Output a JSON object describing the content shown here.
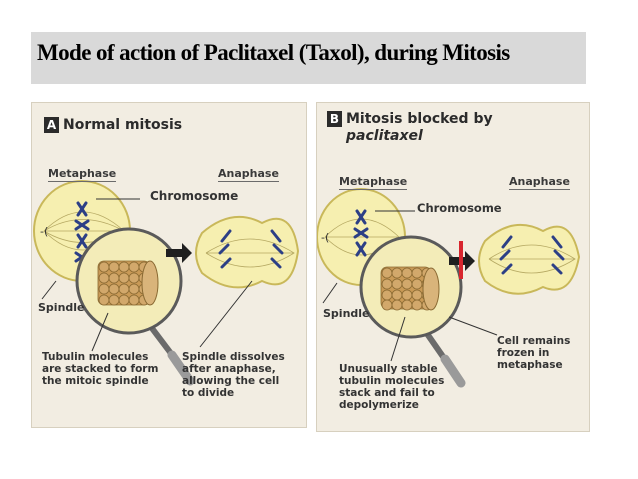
{
  "title": "Mode of action of Paclitaxel (Taxol), during Mitosis",
  "panel_a": {
    "badge": "A",
    "heading": "Normal mitosis",
    "metaphase": "Metaphase",
    "anaphase": "Anaphase",
    "chromosome": "Chromosome",
    "spindle": "Spindle",
    "tubulin_note": [
      "Tubulin molecules",
      "are stacked to form",
      "the mitoic spindle"
    ],
    "spindle_note": [
      "Spindle dissolves",
      "after anaphase,",
      "allowing the cell",
      "to divide"
    ]
  },
  "panel_b": {
    "badge": "B",
    "heading": [
      "Mitosis blocked by",
      "paclitaxel"
    ],
    "metaphase": "Metaphase",
    "anaphase": "Anaphase",
    "chromosome": "Chromosome",
    "spindle": "Spindle",
    "cell_note": [
      "Cell remains",
      "frozen in",
      "metaphase"
    ],
    "tubulin_note": [
      "Unusually stable",
      "tubulin molecules",
      "stack and fail to",
      "depolymerize"
    ]
  },
  "colors": {
    "cell_fill": "#f6efb0",
    "cell_edge": "#c9b85a",
    "chromosome": "#2c3f86",
    "block_bar": "#d8262e",
    "title_bg": "#d9d9d9"
  }
}
